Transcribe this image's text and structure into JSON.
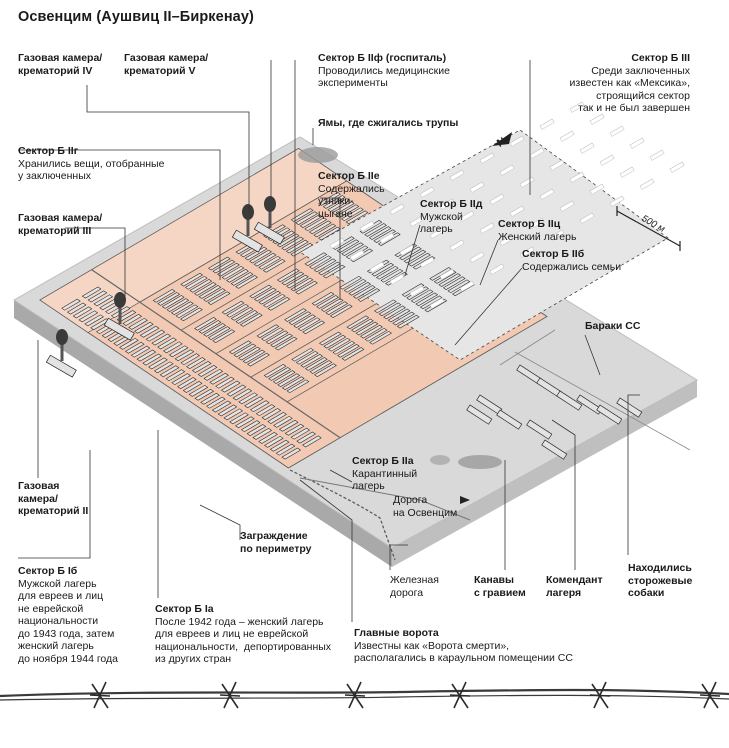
{
  "title": "Освенцим (Аушвиц II–Биркенау)",
  "scale_label": "500 м",
  "north_label": "N",
  "colors": {
    "ground": "#d9d9d9",
    "ground_edge": "#bdbdbd",
    "camp": "#f2c9b3",
    "barrack": "#e3e3e3",
    "barrack_outline": "#2b2b2b",
    "leader": "#333333",
    "fence": "#7a7a7a"
  },
  "labels": {
    "gas4": {
      "title": "Газовая камера/\nкрематорий IV"
    },
    "gas5": {
      "title": "Газовая камера/\nкрематорий V"
    },
    "b2f": {
      "title": "Сектор Б IIф (госпиталь)",
      "desc": "Проводились медицинские\nэксперименты"
    },
    "b3": {
      "title": "Сектор Б III",
      "desc": "Среди заключенных\nизвестен как «Мексика»,\nстроящийся сектор\nтак и не был завершен"
    },
    "pits": {
      "title": "Ямы, где сжигались трупы"
    },
    "b2g": {
      "title": "Сектор Б IIг",
      "desc": "Хранились вещи, отобранные\nу заключенных"
    },
    "b2e": {
      "title": "Сектор Б IIе",
      "desc": "Содержались\nузники-\nцыгане"
    },
    "b2d": {
      "title": "Сектор Б IIд",
      "desc": "Мужской\nлагерь"
    },
    "b2c": {
      "title": "Сектор Б IIц",
      "desc": "Женский лагерь"
    },
    "b2b": {
      "title": "Сектор Б IIб",
      "desc": "Содержались семьи"
    },
    "gas3": {
      "title": "Газовая камера/\nкрематорий III"
    },
    "ss": {
      "title": "Бараки СС"
    },
    "gas2": {
      "title": "Газовая\nкамера/\nкрематорий II"
    },
    "b2a": {
      "title": "Сектор Б IIа",
      "desc": "Карантинный\nлагерь"
    },
    "road": {
      "desc": "Дорога\nна Освенцим"
    },
    "fence": {
      "title": "Заграждение\nпо периметру"
    },
    "b1b": {
      "title": "Сектор Б Iб",
      "desc": "Мужской лагерь\nдля евреев и лиц\nне еврейской\nнациональности\nдо 1943 года, затем\nженский лагерь\nдо ноября 1944 года"
    },
    "b1a": {
      "title": "Сектор Б Iа",
      "desc": "После 1942 года – женский лагерь\nдля евреев и лиц не еврейской\nнациональности,  депортированных\nиз других стран"
    },
    "rail": {
      "desc": "Железная\nдорога"
    },
    "gravel": {
      "title": "Канавы\nс гравием"
    },
    "kommandant": {
      "title": "Комендант\nлагеря"
    },
    "dogs": {
      "title": "Находились\nсторожевые\nсобаки"
    },
    "gate": {
      "title": "Главные ворота",
      "desc": "Известны как «Ворота смерти»,\nрасполагались в караульном помещении СС"
    }
  }
}
